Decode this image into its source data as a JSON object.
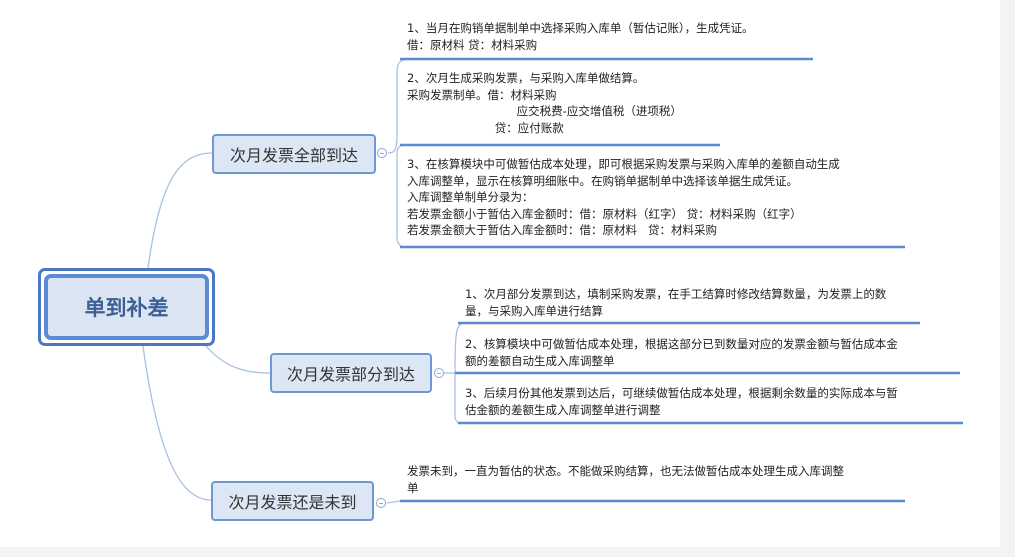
{
  "root": {
    "label": "单到补差"
  },
  "branches": [
    {
      "label": "次月发票全部到达",
      "items": [
        "1、当月在购销单据制单中选择采购入库单（暂估记账），生成凭证。\n借：原材料 贷：材料采购",
        "2、次月生成采购发票，与采购入库单做结算。\n采购发票制单。借：材料采购\n                              应交税费-应交增值税（进项税）\n                        贷：应付账款",
        "3、在核算模块中可做暂估成本处理，即可根据采购发票与采购入库单的差额自动生成\n入库调整单，显示在核算明细账中。在购销单据制单中选择该单据生成凭证。\n入库调整单制单分录为：\n若发票金额小于暂估入库金额时：借：原材料（红字） 贷：材料采购（红字）\n若发票金额大于暂估入库金额时：借：原材料   贷：材料采购"
      ]
    },
    {
      "label": "次月发票部分到达",
      "items": [
        "1、次月部分发票到达，填制采购发票，在手工结算时修改结算数量，为发票上的数\n量，与采购入库单进行结算",
        "2、核算模块中可做暂估成本处理，根据这部分已到数量对应的发票金额与暂估成本金\n额的差额自动生成入库调整单",
        "3、后续月份其他发票到达后，可继续做暂估成本处理，根据剩余数量的实际成本与暂\n估金额的差额生成入库调整单进行调整"
      ]
    },
    {
      "label": "次月发票还是未到",
      "items": [
        "发票未到，一直为暂估的状态。不能做采购结算，也无法做暂估成本处理生成入库调整\n单"
      ]
    }
  ],
  "colors": {
    "line": "#5b8bd5",
    "connector": "#a9c0e4",
    "node_fill": "#dce6f4"
  }
}
